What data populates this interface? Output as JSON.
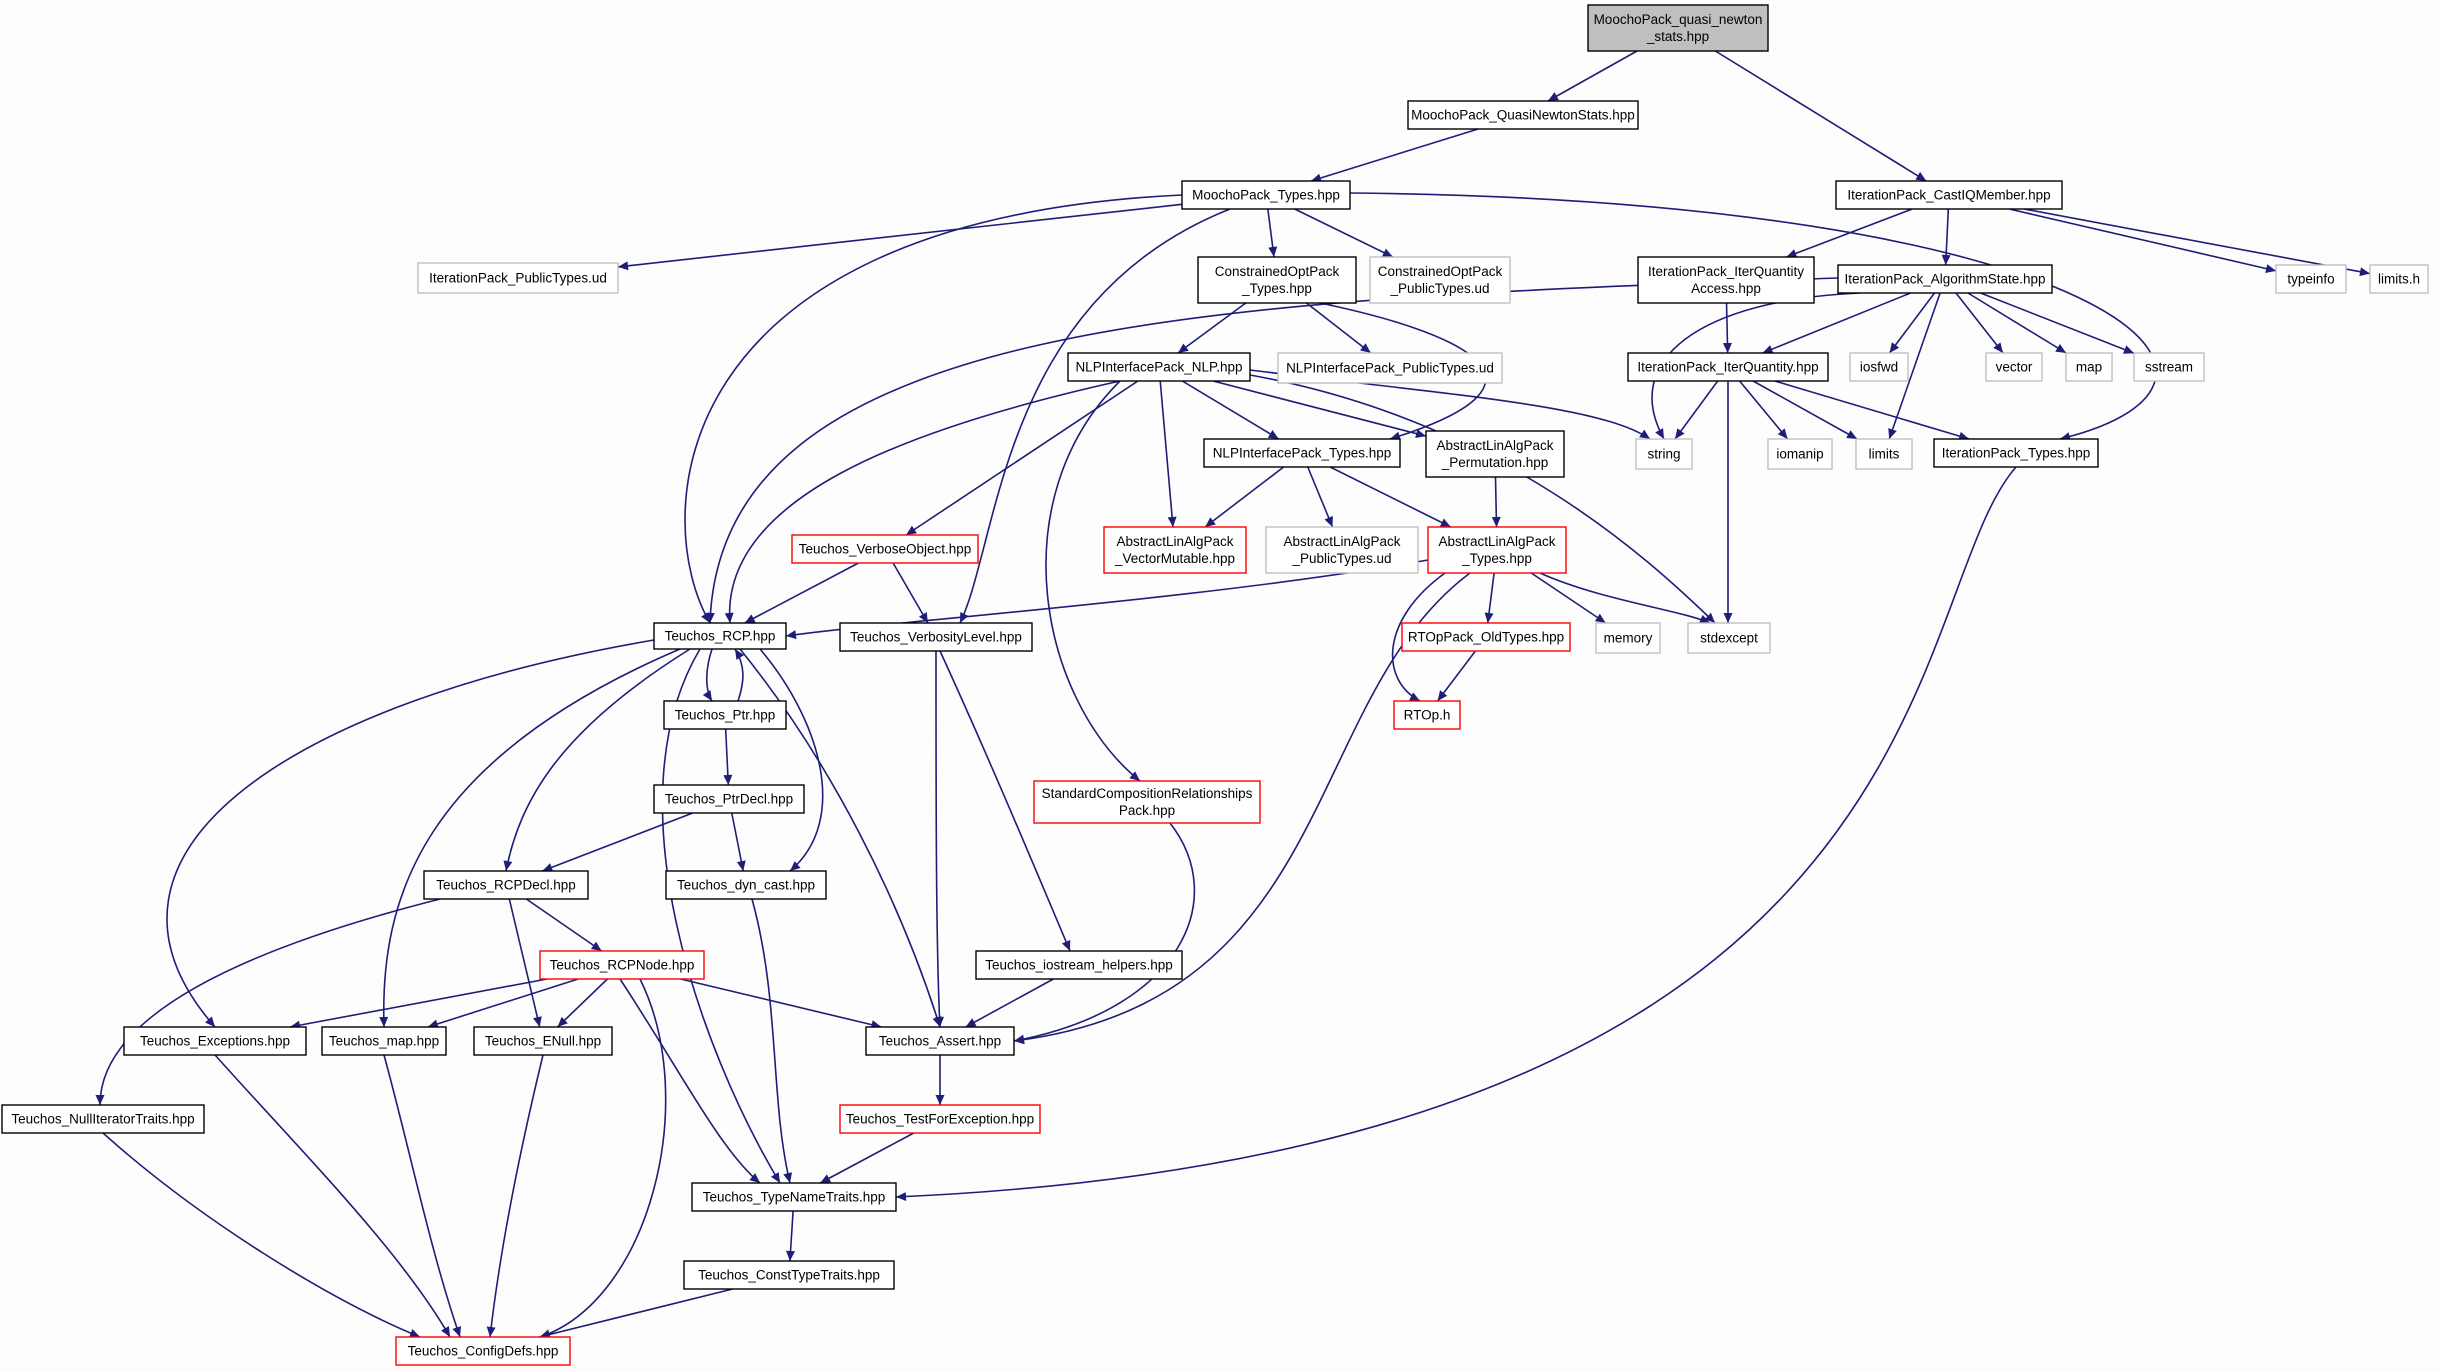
{
  "colors": {
    "edge": "#1e1e78",
    "normal_border": "#000000",
    "truncated_border": "#ff0000",
    "external_border": "#c0c0c0",
    "root_fill": "#bfbfbf",
    "fill": "#ffffff"
  },
  "nodes": [
    {
      "id": "root",
      "lines": [
        "MoochoPack_quasi_newton",
        "_stats.hpp"
      ],
      "style": "root"
    },
    {
      "id": "qnstats",
      "lines": [
        "MoochoPack_QuasiNewtonStats.hpp"
      ],
      "style": "normal"
    },
    {
      "id": "castiq",
      "lines": [
        "IterationPack_CastIQMember.hpp"
      ],
      "style": "normal"
    },
    {
      "id": "mtypes",
      "lines": [
        "MoochoPack_Types.hpp"
      ],
      "style": "normal"
    },
    {
      "id": "ipub",
      "lines": [
        "IterationPack_PublicTypes.ud"
      ],
      "style": "external"
    },
    {
      "id": "coptypes",
      "lines": [
        "ConstrainedOptPack",
        "_Types.hpp"
      ],
      "style": "normal"
    },
    {
      "id": "coppub",
      "lines": [
        "ConstrainedOptPack",
        "_PublicTypes.ud"
      ],
      "style": "external"
    },
    {
      "id": "iqaccess",
      "lines": [
        "IterationPack_IterQuantity",
        "Access.hpp"
      ],
      "style": "normal"
    },
    {
      "id": "algstate",
      "lines": [
        "IterationPack_AlgorithmState.hpp"
      ],
      "style": "normal"
    },
    {
      "id": "typeinfo",
      "lines": [
        "typeinfo"
      ],
      "style": "external"
    },
    {
      "id": "limitsh",
      "lines": [
        "limits.h"
      ],
      "style": "external"
    },
    {
      "id": "nlp",
      "lines": [
        "NLPInterfacePack_NLP.hpp"
      ],
      "style": "normal"
    },
    {
      "id": "nlppub",
      "lines": [
        "NLPInterfacePack_PublicTypes.ud"
      ],
      "style": "external"
    },
    {
      "id": "iterq",
      "lines": [
        "IterationPack_IterQuantity.hpp"
      ],
      "style": "normal"
    },
    {
      "id": "iosfwd",
      "lines": [
        "iosfwd"
      ],
      "style": "external"
    },
    {
      "id": "vector",
      "lines": [
        "vector"
      ],
      "style": "external"
    },
    {
      "id": "map",
      "lines": [
        "map"
      ],
      "style": "external"
    },
    {
      "id": "sstream",
      "lines": [
        "sstream"
      ],
      "style": "external"
    },
    {
      "id": "nlptypes",
      "lines": [
        "NLPInterfacePack_Types.hpp"
      ],
      "style": "normal"
    },
    {
      "id": "alaperm",
      "lines": [
        "AbstractLinAlgPack",
        "_Permutation.hpp"
      ],
      "style": "normal"
    },
    {
      "id": "string",
      "lines": [
        "string"
      ],
      "style": "external"
    },
    {
      "id": "iomanip",
      "lines": [
        "iomanip"
      ],
      "style": "external"
    },
    {
      "id": "limits",
      "lines": [
        "limits"
      ],
      "style": "external"
    },
    {
      "id": "itypes",
      "lines": [
        "IterationPack_Types.hpp"
      ],
      "style": "normal"
    },
    {
      "id": "verbobj",
      "lines": [
        "Teuchos_VerboseObject.hpp"
      ],
      "style": "truncated"
    },
    {
      "id": "vecmut",
      "lines": [
        "AbstractLinAlgPack",
        "_VectorMutable.hpp"
      ],
      "style": "truncated"
    },
    {
      "id": "alapub",
      "lines": [
        "AbstractLinAlgPack",
        "_PublicTypes.ud"
      ],
      "style": "external"
    },
    {
      "id": "alatypes",
      "lines": [
        "AbstractLinAlgPack",
        "_Types.hpp"
      ],
      "style": "truncated"
    },
    {
      "id": "rcp",
      "lines": [
        "Teuchos_RCP.hpp"
      ],
      "style": "normal"
    },
    {
      "id": "verblevel",
      "lines": [
        "Teuchos_VerbosityLevel.hpp"
      ],
      "style": "normal"
    },
    {
      "id": "rtopold",
      "lines": [
        "RTOpPack_OldTypes.hpp"
      ],
      "style": "truncated"
    },
    {
      "id": "memory",
      "lines": [
        "memory"
      ],
      "style": "external"
    },
    {
      "id": "stdexcept",
      "lines": [
        "stdexcept"
      ],
      "style": "external"
    },
    {
      "id": "ptr",
      "lines": [
        "Teuchos_Ptr.hpp"
      ],
      "style": "normal"
    },
    {
      "id": "rtoph",
      "lines": [
        "RTOp.h"
      ],
      "style": "truncated"
    },
    {
      "id": "ptrdecl",
      "lines": [
        "Teuchos_PtrDecl.hpp"
      ],
      "style": "normal"
    },
    {
      "id": "stdcomp",
      "lines": [
        "StandardCompositionRelationships",
        "Pack.hpp"
      ],
      "style": "truncated"
    },
    {
      "id": "rcpdecl",
      "lines": [
        "Teuchos_RCPDecl.hpp"
      ],
      "style": "normal"
    },
    {
      "id": "dyncast",
      "lines": [
        "Teuchos_dyn_cast.hpp"
      ],
      "style": "normal"
    },
    {
      "id": "rcpnode",
      "lines": [
        "Teuchos_RCPNode.hpp"
      ],
      "style": "truncated"
    },
    {
      "id": "iohelp",
      "lines": [
        "Teuchos_iostream_helpers.hpp"
      ],
      "style": "normal"
    },
    {
      "id": "exceptions",
      "lines": [
        "Teuchos_Exceptions.hpp"
      ],
      "style": "normal"
    },
    {
      "id": "tmap",
      "lines": [
        "Teuchos_map.hpp"
      ],
      "style": "normal"
    },
    {
      "id": "enull",
      "lines": [
        "Teuchos_ENull.hpp"
      ],
      "style": "normal"
    },
    {
      "id": "tassert",
      "lines": [
        "Teuchos_Assert.hpp"
      ],
      "style": "normal"
    },
    {
      "id": "nulliter",
      "lines": [
        "Teuchos_NullIteratorTraits.hpp"
      ],
      "style": "normal"
    },
    {
      "id": "testforexc",
      "lines": [
        "Teuchos_TestForException.hpp"
      ],
      "style": "truncated"
    },
    {
      "id": "typename",
      "lines": [
        "Teuchos_TypeNameTraits.hpp"
      ],
      "style": "normal"
    },
    {
      "id": "consttype",
      "lines": [
        "Teuchos_ConstTypeTraits.hpp"
      ],
      "style": "normal"
    },
    {
      "id": "configdefs",
      "lines": [
        "Teuchos_ConfigDefs.hpp"
      ],
      "style": "truncated"
    }
  ],
  "edges": [
    [
      "root",
      "qnstats"
    ],
    [
      "root",
      "castiq"
    ],
    [
      "qnstats",
      "mtypes"
    ],
    [
      "mtypes",
      "ipub"
    ],
    [
      "mtypes",
      "coptypes"
    ],
    [
      "mtypes",
      "coppub"
    ],
    [
      "mtypes",
      "rcp"
    ],
    [
      "mtypes",
      "verblevel"
    ],
    [
      "mtypes",
      "itypes"
    ],
    [
      "castiq",
      "iqaccess"
    ],
    [
      "castiq",
      "algstate"
    ],
    [
      "castiq",
      "typeinfo"
    ],
    [
      "castiq",
      "limitsh"
    ],
    [
      "coptypes",
      "nlp"
    ],
    [
      "coptypes",
      "nlppub"
    ],
    [
      "coptypes",
      "nlptypes"
    ],
    [
      "iqaccess",
      "iterq"
    ],
    [
      "algstate",
      "rcp"
    ],
    [
      "algstate",
      "iterq"
    ],
    [
      "algstate",
      "string"
    ],
    [
      "algstate",
      "iosfwd"
    ],
    [
      "algstate",
      "vector"
    ],
    [
      "algstate",
      "map"
    ],
    [
      "algstate",
      "sstream"
    ],
    [
      "algstate",
      "limits"
    ],
    [
      "nlp",
      "nlptypes"
    ],
    [
      "nlp",
      "alaperm"
    ],
    [
      "nlp",
      "verbobj"
    ],
    [
      "nlp",
      "vecmut"
    ],
    [
      "nlp",
      "rcp"
    ],
    [
      "nlp",
      "string"
    ],
    [
      "nlp",
      "stdexcept"
    ],
    [
      "nlp",
      "stdcomp"
    ],
    [
      "iterq",
      "string"
    ],
    [
      "iterq",
      "iomanip"
    ],
    [
      "iterq",
      "limits"
    ],
    [
      "iterq",
      "itypes"
    ],
    [
      "iterq",
      "stdexcept"
    ],
    [
      "nlptypes",
      "vecmut"
    ],
    [
      "nlptypes",
      "alapub"
    ],
    [
      "nlptypes",
      "alatypes"
    ],
    [
      "alaperm",
      "alatypes"
    ],
    [
      "itypes",
      "typename"
    ],
    [
      "verbobj",
      "rcp"
    ],
    [
      "verbobj",
      "verblevel"
    ],
    [
      "alatypes",
      "rcp"
    ],
    [
      "alatypes",
      "rtopold"
    ],
    [
      "alatypes",
      "rtoph"
    ],
    [
      "alatypes",
      "memory"
    ],
    [
      "alatypes",
      "stdexcept"
    ],
    [
      "alatypes",
      "tassert"
    ],
    [
      "rcp",
      "ptr"
    ],
    [
      "rcp",
      "rcpdecl"
    ],
    [
      "rcp",
      "dyncast"
    ],
    [
      "rcp",
      "exceptions"
    ],
    [
      "rcp",
      "tmap"
    ],
    [
      "rcp",
      "tassert"
    ],
    [
      "rcp",
      "typename"
    ],
    [
      "ptr",
      "rcp"
    ],
    [
      "ptr",
      "ptrdecl"
    ],
    [
      "verblevel",
      "tassert"
    ],
    [
      "verblevel",
      "iohelp"
    ],
    [
      "rtopold",
      "rtoph"
    ],
    [
      "ptrdecl",
      "rcpdecl"
    ],
    [
      "ptrdecl",
      "dyncast"
    ],
    [
      "stdcomp",
      "tassert"
    ],
    [
      "rcpdecl",
      "rcpnode"
    ],
    [
      "rcpdecl",
      "enull"
    ],
    [
      "rcpdecl",
      "nulliter"
    ],
    [
      "dyncast",
      "typename"
    ],
    [
      "rcpnode",
      "exceptions"
    ],
    [
      "rcpnode",
      "tmap"
    ],
    [
      "rcpnode",
      "enull"
    ],
    [
      "rcpnode",
      "tassert"
    ],
    [
      "rcpnode",
      "typename"
    ],
    [
      "rcpnode",
      "configdefs"
    ],
    [
      "iohelp",
      "tassert"
    ],
    [
      "exceptions",
      "configdefs"
    ],
    [
      "tmap",
      "configdefs"
    ],
    [
      "enull",
      "configdefs"
    ],
    [
      "tassert",
      "testforexc"
    ],
    [
      "nulliter",
      "configdefs"
    ],
    [
      "testforexc",
      "typename"
    ],
    [
      "typename",
      "consttype"
    ],
    [
      "consttype",
      "configdefs"
    ]
  ]
}
